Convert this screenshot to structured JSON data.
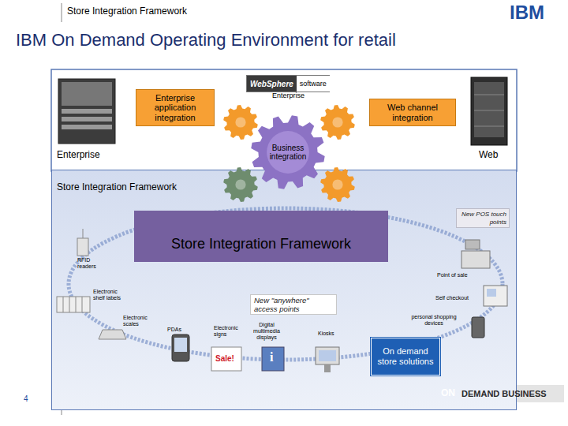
{
  "diagram": {
    "title": "IBM On Demand Operating Environment for retail",
    "nodes": [
      {
        "text": [
          "Enterprise application integration"
        ]
      },
      {
        "text": [
          "WebSphere",
          "software"
        ]
      },
      {
        "text": [
          "Business integration"
        ]
      },
      {
        "text": [
          "Web channel integration"
        ]
      },
      {
        "text": [
          "Store Integration Framework"
        ]
      },
      {
        "text": [
          "Store Integration Framework"
        ],
        "in": 4
      },
      {
        "text": [
          "New POS touch points"
        ],
        "in": 4
      },
      {
        "text": [
          "New \"anywhere\" access points"
        ],
        "in": 4
      },
      {
        "text": [
          "On demand store solutions"
        ],
        "in": 4
      }
    ],
    "labels": [
      "Store Integration Framework",
      "IBM",
      "Enterprise",
      "Enterprise",
      "Web",
      "RFID readers",
      "Point of sale",
      "Electronic shelf labels",
      "Self checkout",
      "personal shopping devices",
      "Electronic scales",
      "PDAs",
      "Electronic signs",
      "Digital multimedia displays",
      "Kiosks",
      "Sale!",
      "i",
      "4",
      "ON",
      "DEMAND BUSINESS"
    ]
  }
}
